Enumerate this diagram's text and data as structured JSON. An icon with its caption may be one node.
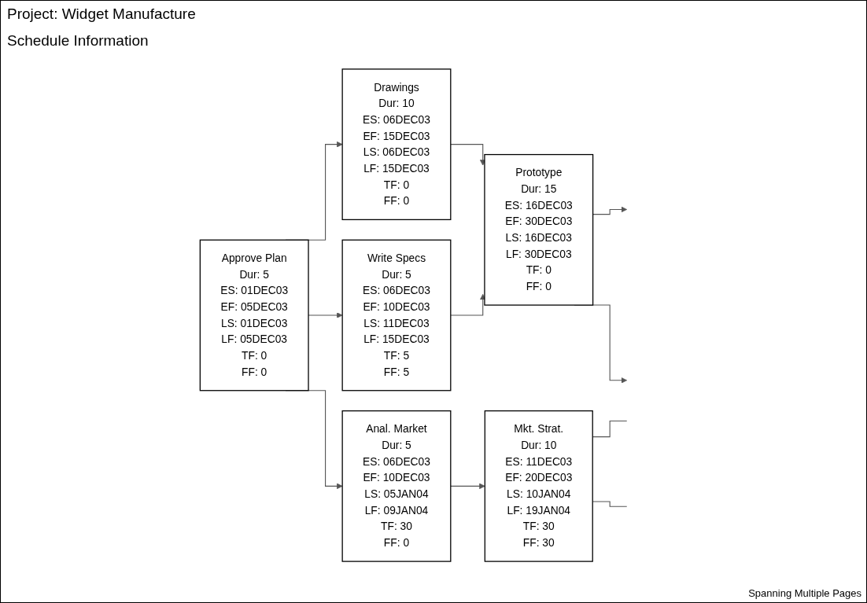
{
  "diagram": {
    "title": "Project: Widget Manufacture",
    "nodes": [
      {
        "text": [
          "Approve Plan",
          "Dur: 5",
          "ES: 01DEC03",
          "EF: 05DEC03",
          "LS: 01DEC03",
          "LF: 05DEC03",
          "TF: 0",
          "FF: 0"
        ]
      },
      {
        "text": [
          "Drawings",
          "Dur: 10",
          "ES: 06DEC03",
          "EF: 15DEC03",
          "LS: 06DEC03",
          "LF: 15DEC03",
          "TF: 0",
          "FF: 0"
        ]
      },
      {
        "text": [
          "Write Specs",
          "Dur: 5",
          "ES: 06DEC03",
          "EF: 10DEC03",
          "LS: 11DEC03",
          "LF: 15DEC03",
          "TF: 5",
          "FF: 5"
        ]
      },
      {
        "text": [
          "Prototype",
          "Dur: 15",
          "ES: 16DEC03",
          "EF: 30DEC03",
          "LS: 16DEC03",
          "LF: 30DEC03",
          "TF: 0",
          "FF: 0"
        ]
      },
      {
        "text": [
          "Anal. Market",
          "Dur: 5",
          "ES: 06DEC03",
          "EF: 10DEC03",
          "LS: 05JAN04",
          "LF: 09JAN04",
          "TF: 30",
          "FF: 0"
        ]
      },
      {
        "text": [
          "Mkt. Strat.",
          "Dur: 10",
          "ES: 11DEC03",
          "EF: 20DEC03",
          "LS: 10JAN04",
          "LF: 19JAN04",
          "TF: 30",
          "FF: 30"
        ]
      }
    ],
    "edges": [
      {
        "from": 0,
        "to": 1,
        "arrow": "to"
      },
      {
        "from": 0,
        "to": 2,
        "arrow": "to"
      },
      {
        "from": 0,
        "to": 4,
        "arrow": "to"
      },
      {
        "from": 1,
        "to": 3,
        "arrow": "to"
      },
      {
        "from": 2,
        "to": 3,
        "arrow": "to"
      },
      {
        "from": 4,
        "to": 5,
        "arrow": "to"
      },
      {
        "from": 3,
        "to": null,
        "arrow": "to"
      },
      {
        "from": 3,
        "to": null,
        "arrow": "to"
      },
      {
        "from": 5,
        "to": null,
        "arrow": "none"
      },
      {
        "from": 5,
        "to": null,
        "arrow": "none"
      }
    ],
    "labels": [
      "Schedule Information",
      "Spanning Multiple Pages"
    ]
  }
}
